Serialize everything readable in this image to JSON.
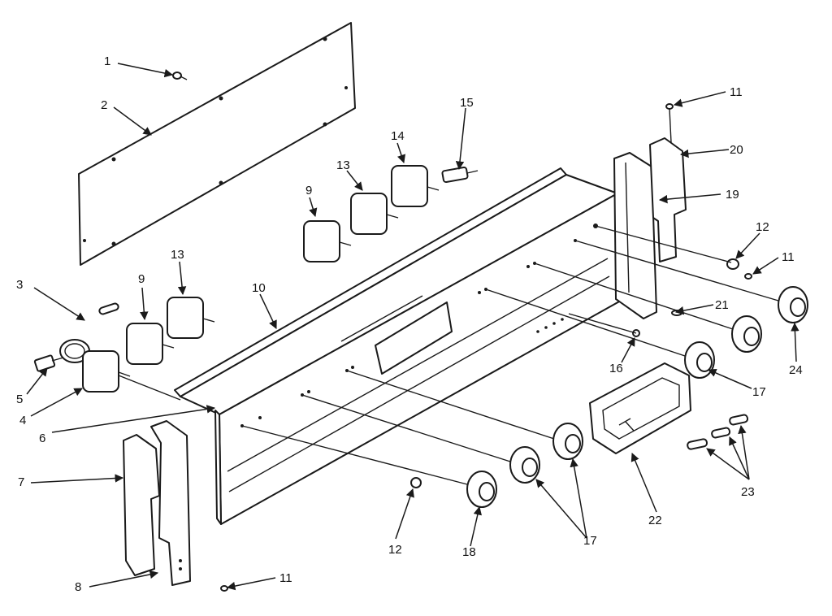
{
  "diagram": {
    "callouts": [
      {
        "id": "c1",
        "text": "1"
      },
      {
        "id": "c2",
        "text": "2"
      },
      {
        "id": "c3",
        "text": "3"
      },
      {
        "id": "c4",
        "text": "4"
      },
      {
        "id": "c5",
        "text": "5"
      },
      {
        "id": "c6",
        "text": "6"
      },
      {
        "id": "c7",
        "text": "7"
      },
      {
        "id": "c8",
        "text": "8"
      },
      {
        "id": "c9a",
        "text": "9"
      },
      {
        "id": "c9b",
        "text": "9"
      },
      {
        "id": "c10",
        "text": "10"
      },
      {
        "id": "c11a",
        "text": "11"
      },
      {
        "id": "c11b",
        "text": "11"
      },
      {
        "id": "c11c",
        "text": "11"
      },
      {
        "id": "c12a",
        "text": "12"
      },
      {
        "id": "c12b",
        "text": "12"
      },
      {
        "id": "c13a",
        "text": "13"
      },
      {
        "id": "c13b",
        "text": "13"
      },
      {
        "id": "c14",
        "text": "14"
      },
      {
        "id": "c15",
        "text": "15"
      },
      {
        "id": "c16",
        "text": "16"
      },
      {
        "id": "c17a",
        "text": "17"
      },
      {
        "id": "c17b",
        "text": "17"
      },
      {
        "id": "c18",
        "text": "18"
      },
      {
        "id": "c19",
        "text": "19"
      },
      {
        "id": "c20",
        "text": "20"
      },
      {
        "id": "c21",
        "text": "21"
      },
      {
        "id": "c22",
        "text": "22"
      },
      {
        "id": "c23",
        "text": "23"
      },
      {
        "id": "c24",
        "text": "24"
      }
    ]
  }
}
